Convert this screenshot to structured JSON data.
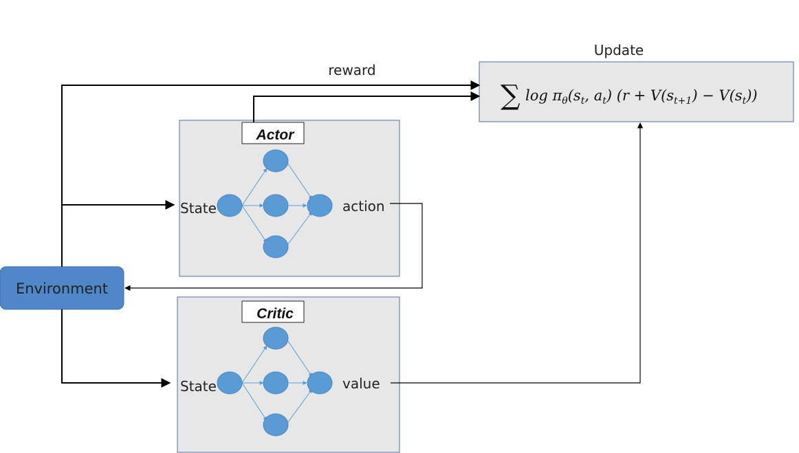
{
  "labels": {
    "update": "Update",
    "reward": "reward",
    "environment": "Environment",
    "actor": "Actor",
    "critic": "Critic",
    "actor_input": "State",
    "actor_output": "action",
    "critic_input": "State",
    "critic_output": "value"
  },
  "formula": {
    "sum": "∑",
    "body": "log πθ(st, at) (r + V(st+1) − V(st))"
  },
  "colors": {
    "node_fill": "#5b9bd5",
    "node_stroke": "#4a86c2",
    "panel_fill": "#e7e7e7",
    "panel_stroke": "#4f6fa3",
    "env_fill": "#4f87c8",
    "edge": "#5b9bd5",
    "arrow": "#000000"
  }
}
